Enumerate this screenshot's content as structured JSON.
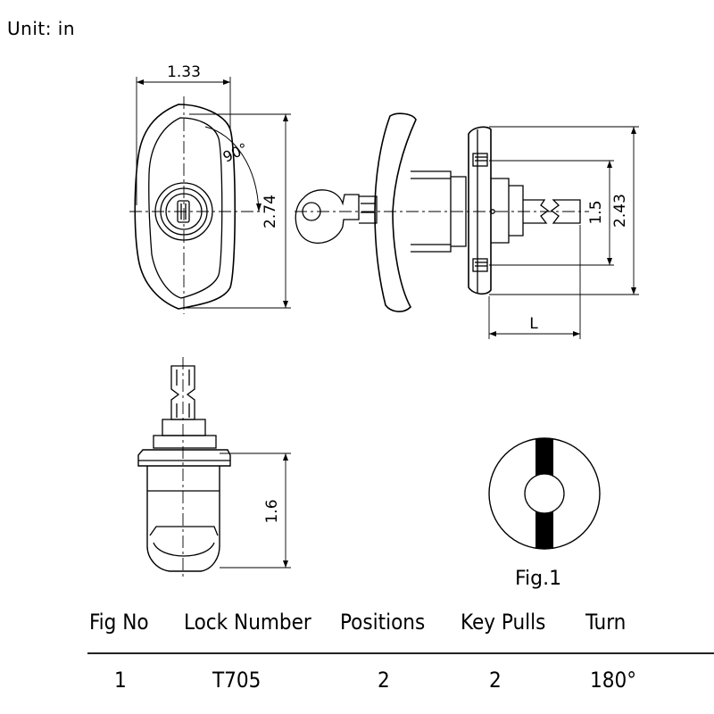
{
  "unit_label": "Unit: in",
  "dimensions": {
    "width": "1.33",
    "height": "2.74",
    "rotation": "90°",
    "side_height": "2.43",
    "inner_height": "1.5",
    "length": "L",
    "body_height": "1.6"
  },
  "figure_caption": "Fig.1",
  "table": {
    "headers": [
      "Fig No",
      "Lock Number",
      "Positions",
      "Key Pulls",
      "Turn"
    ],
    "rows": [
      [
        "1",
        "T705",
        "2",
        "2",
        "180°"
      ]
    ]
  }
}
